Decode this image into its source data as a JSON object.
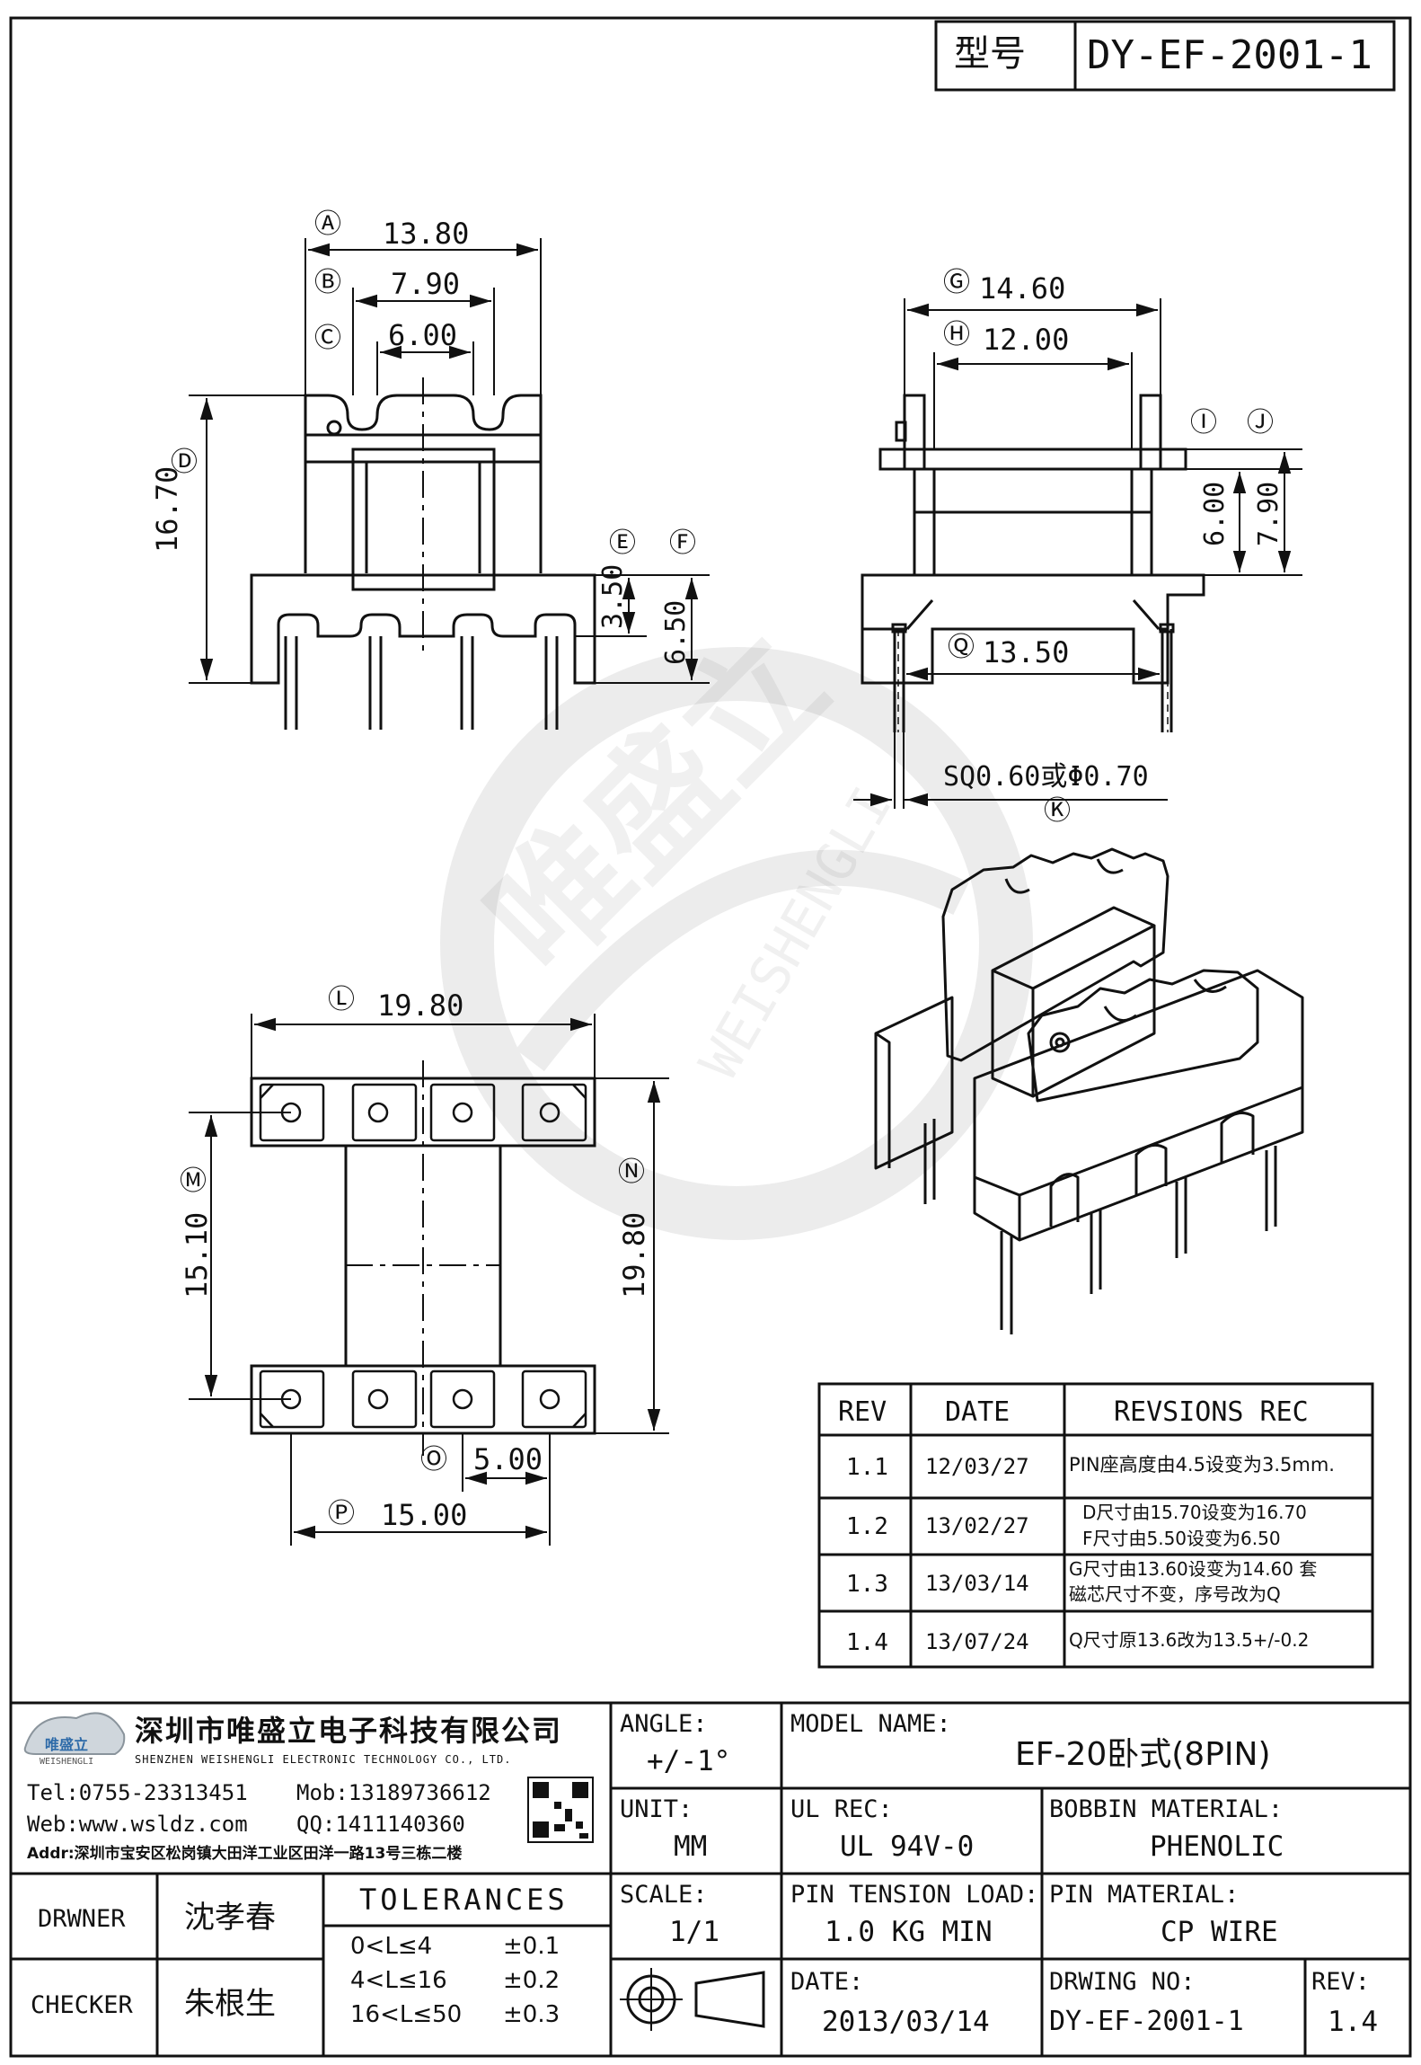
{
  "model_box": {
    "label": "型号",
    "value": "DY-EF-2001-1"
  },
  "dimensions": {
    "A": "13.80",
    "B": "7.90",
    "C": "6.00",
    "D": "16.70",
    "E": "3.50",
    "F": "6.50",
    "G": "14.60",
    "H": "12.00",
    "I": "6.00",
    "J": "7.90",
    "Q": "13.50",
    "K": "SQ0.60或Φ0.70",
    "L": "19.80",
    "M": "15.10",
    "N": "19.80",
    "O": "5.00",
    "P": "15.00"
  },
  "watermark": {
    "brand_cn": "唯盛立",
    "brand_en": "WEISHENGLI"
  },
  "revisions": {
    "headers": [
      "REV",
      "DATE",
      "REVSIONS REC"
    ],
    "rows": [
      {
        "rev": "1.1",
        "date": "12/03/27",
        "lines": [
          "PIN座高度由4.5设变为3.5mm."
        ]
      },
      {
        "rev": "1.2",
        "date": "13/02/27",
        "lines": [
          "D尺寸由15.70设变为16.70",
          "F尺寸由5.50设变为6.50"
        ]
      },
      {
        "rev": "1.3",
        "date": "13/03/14",
        "lines": [
          "G尺寸由13.60设变为14.60  套",
          "磁芯尺寸不变，序号改为Q"
        ]
      },
      {
        "rev": "1.4",
        "date": "13/07/24",
        "lines": [
          "Q尺寸原13.6改为13.5+/-0.2"
        ]
      }
    ]
  },
  "company": {
    "logo_text": "唯盛立",
    "logo_sub": "WEISHENGLI",
    "name_cn": "深圳市唯盛立电子科技有限公司",
    "name_en": "SHENZHEN WEISHENGLI ELECTRONIC TECHNOLOGY CO., LTD.",
    "tel": "Tel:0755-23313451",
    "mob": "Mob:13189736612",
    "web": "Web:www.wsldz.com",
    "qq": "QQ:1411140360",
    "addr": "Addr:深圳市宝安区松岗镇大田洋工业区田洋一路13号三栋二楼"
  },
  "title_block": {
    "angle_label": "ANGLE:",
    "angle_value": "+/-1°",
    "model_label": "MODEL NAME:",
    "model_value": "EF-20卧式(8PIN)",
    "unit_label": "UNIT:",
    "unit_value": "MM",
    "ul_label": "UL REC:",
    "ul_value": "UL 94V-0",
    "bobbin_label": "BOBBIN MATERIAL:",
    "bobbin_value": "PHENOLIC",
    "scale_label": "SCALE:",
    "scale_value": "1/1",
    "pin_tension_label": "PIN TENSION LOAD:",
    "pin_tension_value": "1.0 KG MIN",
    "pin_material_label": "PIN MATERIAL:",
    "pin_material_value": "CP WIRE",
    "date_label": "DATE:",
    "date_value": "2013/03/14",
    "drwing_label": "DRWING NO:",
    "drwing_value": "DY-EF-2001-1",
    "rev_label": "REV:",
    "rev_value": "1.4",
    "drawer_label": "DRWNER",
    "drawer_value": "沈孝春",
    "checker_label": "CHECKER",
    "checker_value": "朱根生",
    "tolerances_label": "TOLERANCES",
    "tolerances": [
      {
        "range": "0<L≤4",
        "tol": "±0.1"
      },
      {
        "range": "4<L≤16",
        "tol": "±0.2"
      },
      {
        "range": "16<L≤50",
        "tol": "±0.3"
      }
    ]
  }
}
